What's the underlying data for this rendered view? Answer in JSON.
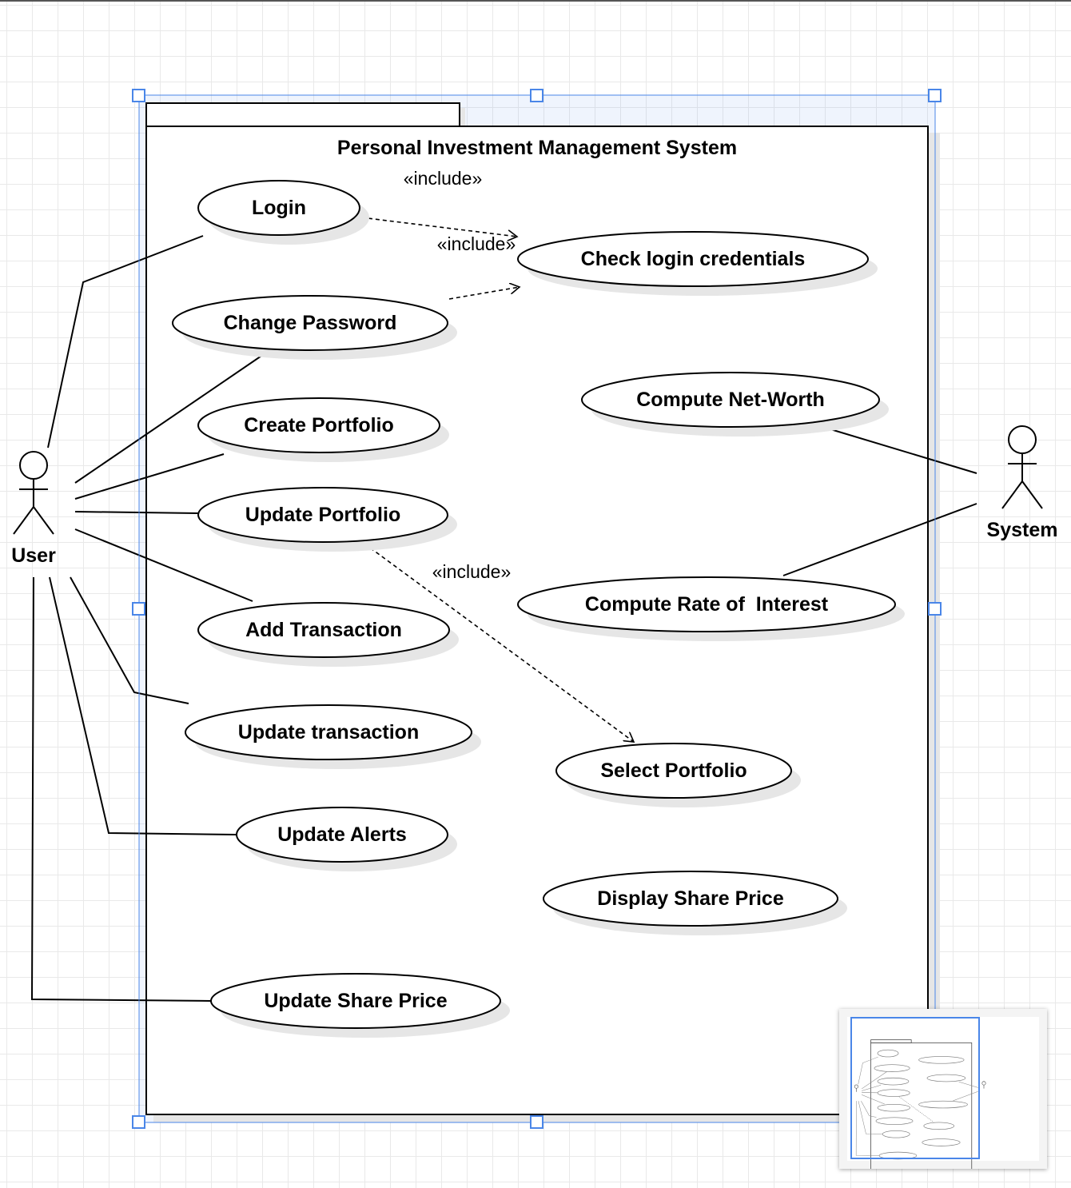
{
  "diagram": {
    "system_title": "Personal Investment Management System",
    "actors": [
      {
        "id": "user",
        "label": "User"
      },
      {
        "id": "system",
        "label": "System"
      }
    ],
    "use_cases": [
      {
        "id": "login",
        "label": "Login"
      },
      {
        "id": "check_login",
        "label": "Check login credentials"
      },
      {
        "id": "change_password",
        "label": "Change Password"
      },
      {
        "id": "compute_net_worth",
        "label": "Compute Net-Worth"
      },
      {
        "id": "create_portfolio",
        "label": "Create Portfolio"
      },
      {
        "id": "update_portfolio",
        "label": "Update Portfolio"
      },
      {
        "id": "compute_rate",
        "label": "Compute Rate of  Interest"
      },
      {
        "id": "add_transaction",
        "label": "Add Transaction"
      },
      {
        "id": "update_transaction",
        "label": "Update transaction"
      },
      {
        "id": "select_portfolio",
        "label": "Select Portfolio"
      },
      {
        "id": "update_alerts",
        "label": "Update Alerts"
      },
      {
        "id": "display_share_price",
        "label": "Display Share Price"
      },
      {
        "id": "update_share_price",
        "label": "Update Share Price"
      }
    ],
    "include_label": "«include»",
    "associations": [
      {
        "actor": "user",
        "use_case": "login"
      },
      {
        "actor": "user",
        "use_case": "change_password"
      },
      {
        "actor": "user",
        "use_case": "create_portfolio"
      },
      {
        "actor": "user",
        "use_case": "update_portfolio"
      },
      {
        "actor": "user",
        "use_case": "add_transaction"
      },
      {
        "actor": "user",
        "use_case": "update_transaction"
      },
      {
        "actor": "user",
        "use_case": "update_alerts"
      },
      {
        "actor": "user",
        "use_case": "update_share_price"
      },
      {
        "actor": "system",
        "use_case": "compute_net_worth"
      },
      {
        "actor": "system",
        "use_case": "compute_rate"
      }
    ],
    "includes": [
      {
        "from": "login",
        "to": "check_login"
      },
      {
        "from": "change_password",
        "to": "check_login"
      },
      {
        "from": "update_portfolio",
        "to": "select_portfolio"
      }
    ]
  },
  "colors": {
    "selection": "#4a86e8",
    "line": "#000000",
    "shadow": "#e6e6e6"
  }
}
